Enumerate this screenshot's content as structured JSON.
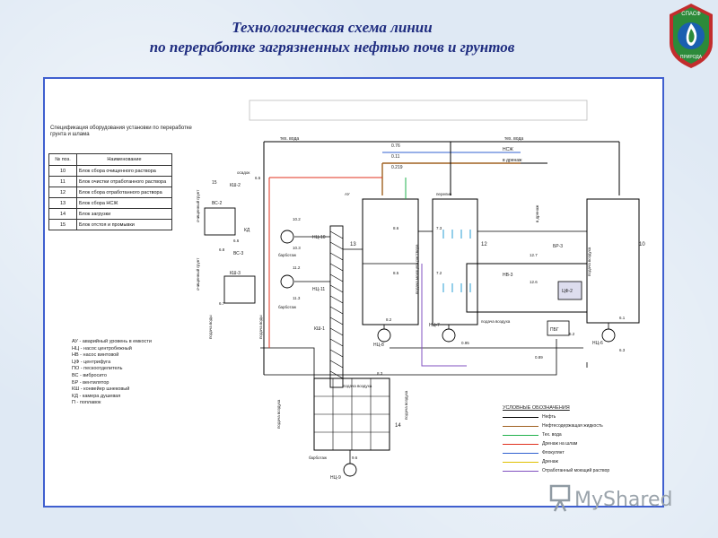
{
  "title": {
    "line1": "Технологическая схема линии",
    "line2": "по переработке загрязненных нефтью почв и грунтов"
  },
  "logo": {
    "text_top": "СПАСФ",
    "text_bottom": "ПРИРОДА",
    "colors": {
      "ring": "#2c8a3a",
      "inner": "#1a5fb0",
      "outline": "#c22d2d"
    },
    "icon": "leaf-drop-icon"
  },
  "watermark": {
    "text": "MyShared",
    "icon": "presentation-screen-icon"
  },
  "spec": {
    "title": "Спецификация оборудования установки по переработке грунта и шлама",
    "headers": {
      "pos": "№ поз.",
      "name": "Наименование"
    },
    "rows": [
      {
        "pos": "10",
        "name": "Блок сбора очищенного раствора"
      },
      {
        "pos": "11",
        "name": "Блок очистки отработанного раствора"
      },
      {
        "pos": "12",
        "name": "Блок сбора отработанного раствора"
      },
      {
        "pos": "13",
        "name": "Блок сбора НСЖ"
      },
      {
        "pos": "14",
        "name": "Блок загрузки"
      },
      {
        "pos": "15",
        "name": "Блок отстоя и промывки"
      }
    ]
  },
  "abbreviations": [
    "АУ - аварийный уровень в емкости",
    "НЦ - насос центробежный",
    "НВ - насос винтовой",
    "ЦФ - центрифуга",
    "ПО - пескоотделитель",
    "ВС - вибросито",
    "БР - вентилятор",
    "КШ - конвейер шнековый",
    "КД - камера душевая",
    "П - поплавок"
  ],
  "legend": {
    "header": "УСЛОВНЫЕ ОБОЗНАЧЕНИЯ",
    "items": [
      {
        "label": "Нефть",
        "color": "#000000"
      },
      {
        "label": "Нефтесодержащая жидкость",
        "color": "#a06020"
      },
      {
        "label": "Тех. вода",
        "color": "#22b14c"
      },
      {
        "label": "Дренаж на шлам",
        "color": "#e0301e"
      },
      {
        "label": "Флокулянт",
        "color": "#3060d0"
      },
      {
        "label": "Дренаж",
        "color": "#e0c000"
      },
      {
        "label": "Отработанный моющий раствор",
        "color": "#8050c0"
      }
    ]
  },
  "diagram": {
    "pipes": [
      {
        "code": "0.76",
        "label": "тех. вода"
      },
      {
        "code": "0.11",
        "label": "НСЖ"
      },
      {
        "code": "0.219",
        "label": "в дренаж"
      }
    ],
    "top_left_label": "тех. вода",
    "vessels": [
      "13",
      "12",
      "10",
      "14"
    ],
    "units": [
      "15",
      "ВС-2",
      "ВС-3",
      "КШ-2",
      "КШ-3",
      "КД",
      "ЦФ-2",
      "НВ-3",
      "БР-3",
      "ПБГ"
    ],
    "pumps": [
      "НЦ-10",
      "НЦ-11",
      "НЦ-8",
      "НЦ-7",
      "НЦ-6",
      "НЦ-9"
    ],
    "conveyor": "КШ-1",
    "tags": [
      "8.6",
      "8.5",
      "7.3",
      "7.2",
      "10.2",
      "10.3",
      "11.2",
      "11.3",
      "12.7",
      "12.6",
      "6.6",
      "6.8",
      "6.7",
      "6.5",
      "9.6",
      "6.1",
      "6.2",
      "6.3",
      "8.2",
      "8.3",
      "0.89",
      "0.95",
      "АУ",
      "перелив",
      "осадок",
      "барботаж",
      "барботаж"
    ],
    "side_labels": [
      "очищенный грунт",
      "очищенный грунт",
      "подача воды",
      "подача воды",
      "подача моющего раствора",
      "в дренаж",
      "подача воздуха",
      "барботаж",
      "подача воздуха",
      "подача воздуха",
      "подача воздуха",
      "подача воздуха"
    ]
  }
}
